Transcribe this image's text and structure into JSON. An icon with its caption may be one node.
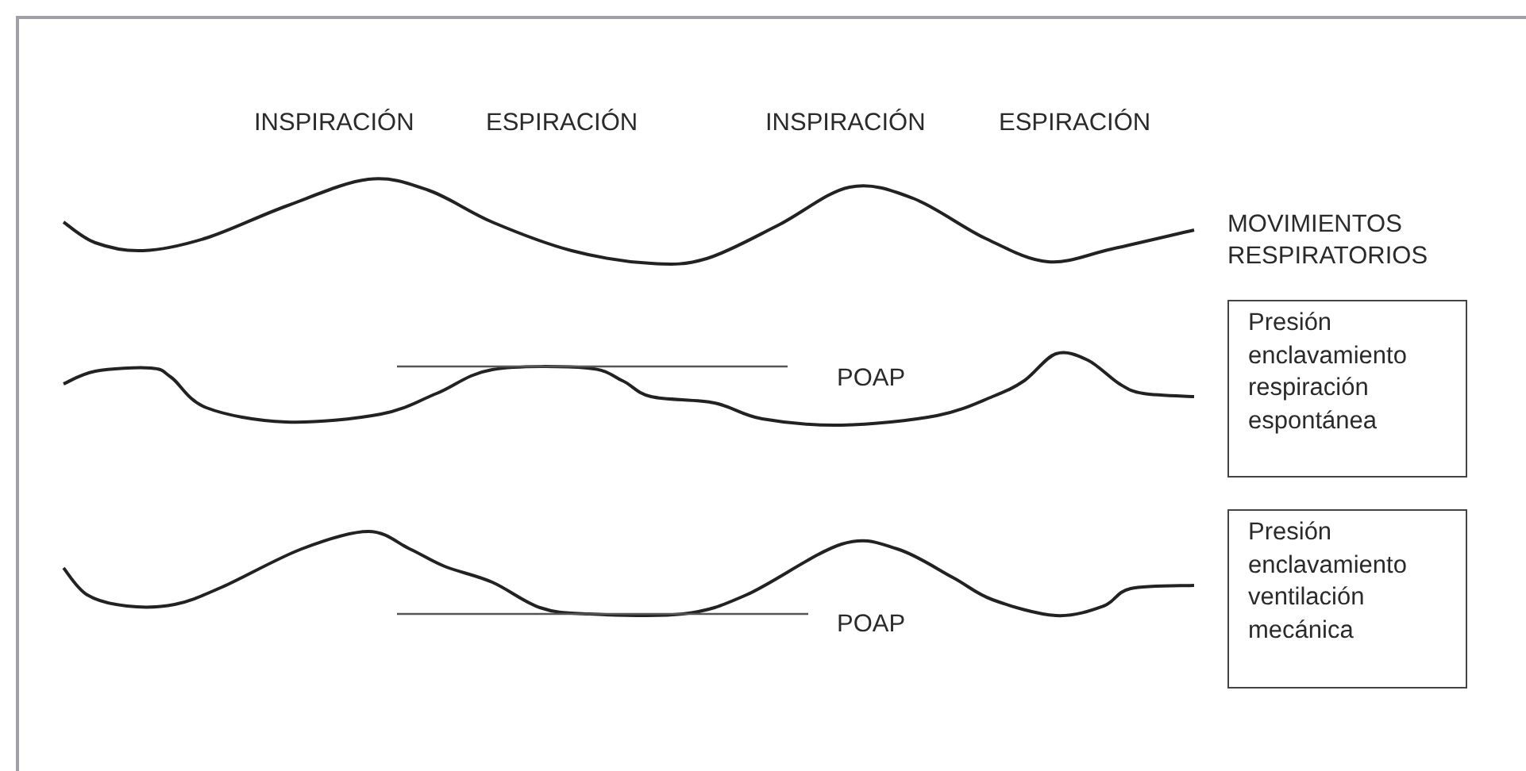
{
  "diagram": {
    "nodes": [
      {
        "text": [
          "Presión enclavamiento respiración espontánea"
        ]
      },
      {
        "text": [
          "Presión enclavamiento ventilación mecánica"
        ]
      }
    ],
    "labels": [
      "INSPIRACIÓN",
      "ESPIRACIÓN",
      "INSPIRACIÓN",
      "ESPIRACIÓN",
      "MOVIMIENTOS RESPIRATORIOS",
      "POAP",
      "POAP"
    ]
  }
}
